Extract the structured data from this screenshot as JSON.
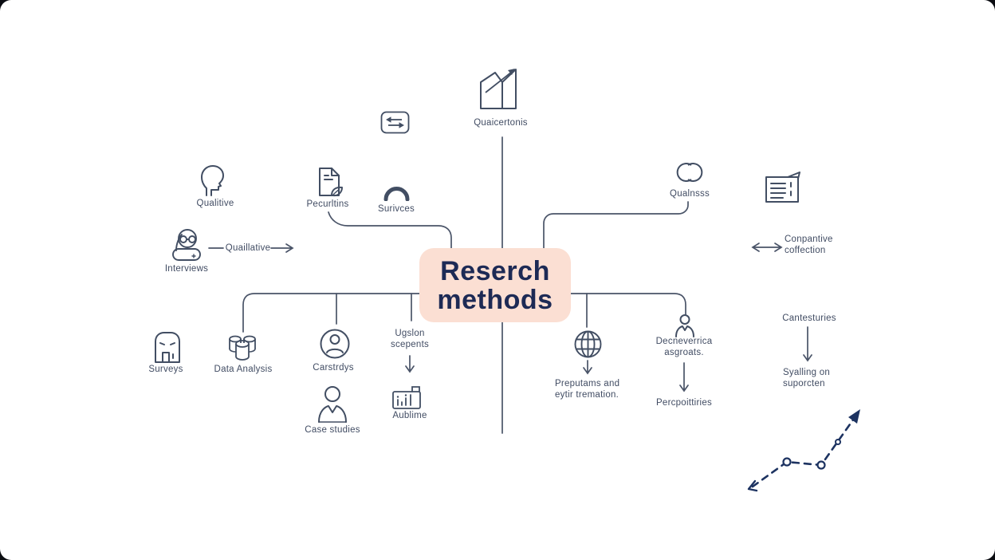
{
  "title": {
    "text": "Reserch\nmethods"
  },
  "colors": {
    "title_bg": "#fbdfd3",
    "title_text": "#1d2a55",
    "line": "#4a5468",
    "icon_stroke": "#424e63",
    "label_text": "#414c63",
    "trend_arrow": "#1d3361",
    "background": "#ffffff"
  },
  "labels": {
    "quaicertonis": "Quaicertonis",
    "qualitive": "Qualitive",
    "pecurltins": "Pecurltins",
    "surivces": "Surivces",
    "interviews": "Interviews",
    "quaillative": "Quaillative",
    "qualnsss": "Qualnsss",
    "conpantive": "Conpantive\ncoffection",
    "surveys": "Surveys",
    "data_analysis": "Data Analysis",
    "carstrdys": "Carstrdys",
    "ugslon": "Ugslon\nscepents",
    "aublime": "Aublime",
    "case_studies": "Case studies",
    "preputams": "Preputams and\neytir tremation.",
    "decneverrica": "Decneverrica\nasgroats.",
    "percpoittiries": "Percpoittiries",
    "cantesturies": "Cantesturies",
    "syalling": "Syalling on\nsuporcten"
  },
  "icons": {
    "trend_chart_icon": "area chart with rising arrow",
    "swap_icon": "two opposing arrows in rounded square",
    "head_profile_icon": "human head side profile",
    "document_leaf_icon": "document with leaf",
    "arch_icon": "thick arch / magnet shape",
    "person_glasses_icon": "person with glasses writing",
    "linked_rings_icon": "two interlocking rings",
    "newspaper_icon": "newspaper with text lines",
    "bag_icon": "satchel bag",
    "cylinders_icon": "three database cylinders",
    "user_circle_icon": "user avatar in circle",
    "person_bust_icon": "person bust",
    "presentation_chart_icon": "chart board with tab",
    "globe_icon": "globe grid",
    "person_icon": "small person",
    "dashed_trend_arrow": "dashed rising trend line with markers"
  }
}
